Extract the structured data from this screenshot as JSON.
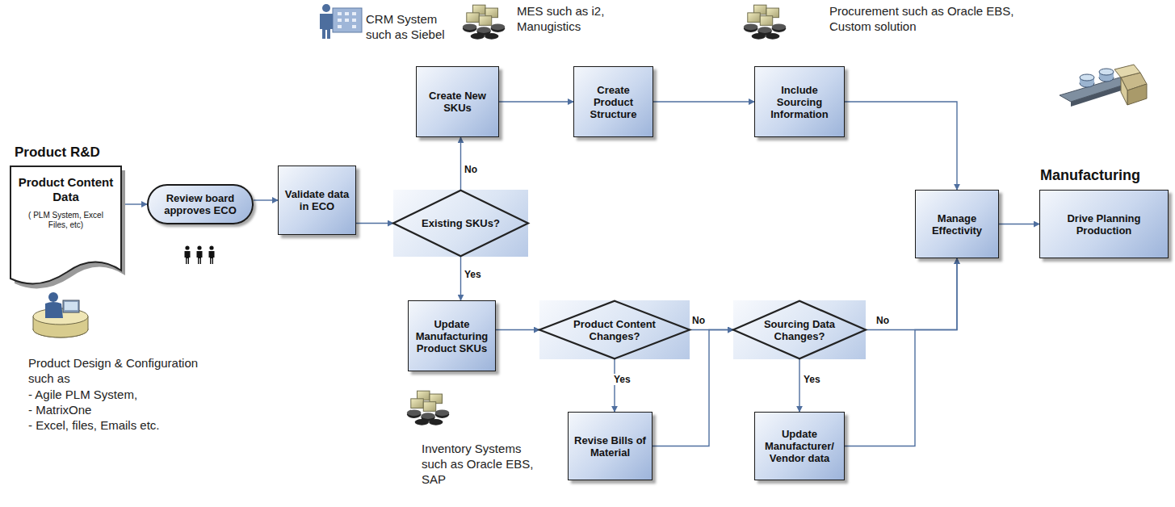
{
  "diagram": {
    "nodes": [
      {
        "text": [
          "Product R&D",
          "Product Content Data",
          "( PLM System, Excel Files, etc)"
        ]
      },
      {
        "text": [
          "Review board approves ECO"
        ]
      },
      {
        "text": [
          "Validate data in ECO"
        ]
      },
      {
        "text": [
          "Existing SKUs?"
        ]
      },
      {
        "text": [
          "Create New SKUs"
        ]
      },
      {
        "text": [
          "Create Product Structure"
        ]
      },
      {
        "text": [
          "Include Sourcing Information"
        ]
      },
      {
        "text": [
          "Update Manufacturing Product SKUs"
        ]
      },
      {
        "text": [
          "Product Content Changes?"
        ]
      },
      {
        "text": [
          "Revise Bills of Material"
        ]
      },
      {
        "text": [
          "Sourcing Data Changes?"
        ]
      },
      {
        "text": [
          "Update Manufacturer/ Vendor data"
        ]
      },
      {
        "text": [
          "Manage Effectivity"
        ]
      },
      {
        "text": [
          "Manufacturing",
          "Drive Planning Production"
        ]
      }
    ],
    "edges": [
      {
        "from": 0,
        "to": 1,
        "arrow": "to"
      },
      {
        "from": 1,
        "to": 2,
        "arrow": "to"
      },
      {
        "from": 2,
        "to": 3,
        "arrow": "to"
      },
      {
        "from": 3,
        "to": 4,
        "label": "No",
        "arrow": "to"
      },
      {
        "from": 4,
        "to": 5,
        "arrow": "to"
      },
      {
        "from": 5,
        "to": 6,
        "arrow": "to"
      },
      {
        "from": 6,
        "to": 12,
        "arrow": "to"
      },
      {
        "from": 3,
        "to": 7,
        "label": "Yes",
        "arrow": "to"
      },
      {
        "from": 7,
        "to": 8,
        "arrow": "to"
      },
      {
        "from": 8,
        "to": 10,
        "label": "No",
        "arrow": "to"
      },
      {
        "from": 8,
        "to": 9,
        "label": "Yes",
        "arrow": "to"
      },
      {
        "from": 9,
        "to": 10,
        "arrow": "to"
      },
      {
        "from": 10,
        "to": 12,
        "label": "No",
        "arrow": "to"
      },
      {
        "from": 10,
        "to": 11,
        "label": "Yes",
        "arrow": "to"
      },
      {
        "from": 11,
        "to": 12,
        "arrow": "to"
      },
      {
        "from": 12,
        "to": 13,
        "arrow": "to"
      }
    ],
    "labels": [
      "CRM System such as Siebel",
      "MES such as i2, Manugistics",
      "Procurement such as Oracle EBS, Custom solution",
      "Product Design & Configuration such as",
      "- Agile PLM System,",
      "- MatrixOne",
      "- Excel, files, Emails etc.",
      "Inventory Systems such as Oracle EBS, SAP"
    ]
  }
}
